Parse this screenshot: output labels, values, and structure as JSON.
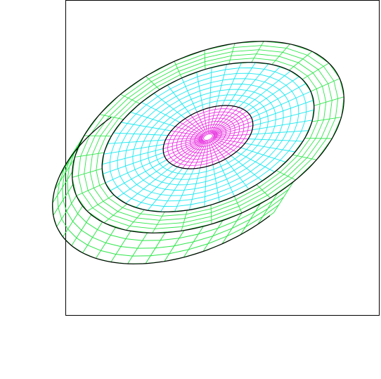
{
  "figure": {
    "kind": "3D finite-element mesh of a cylindrical disk",
    "background_color": "#ffffff",
    "frame_color": "#000000",
    "outline_color": "#000000",
    "regions": [
      {
        "name": "outer-ring",
        "color": "#2ee64a",
        "radial_divisions": 5,
        "angular_divisions": 44
      },
      {
        "name": "middle-ring",
        "color": "#18e8f0",
        "radial_divisions": 8,
        "angular_divisions": 44
      },
      {
        "name": "inner-core",
        "color": "#e838e0",
        "radial_divisions": 10,
        "angular_divisions": 44
      }
    ],
    "side_wall": {
      "color": "#2ee64a",
      "vertical_divisions": 4,
      "angular_divisions": 44
    }
  }
}
